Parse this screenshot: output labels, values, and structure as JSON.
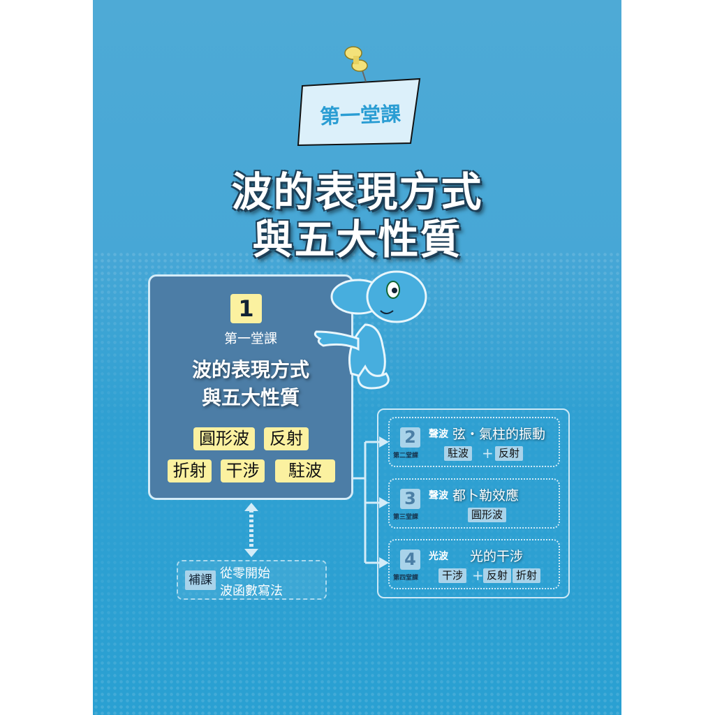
{
  "header": {
    "lesson_label": "第一堂課",
    "title_line1": "波的表現方式",
    "title_line2": "與五大性質"
  },
  "lesson1": {
    "number": "1",
    "label": "第一堂課",
    "title_line1": "波的表現方式",
    "title_line2": "與五大性質",
    "tags": [
      "圓形波",
      "反射",
      "折射",
      "干涉",
      "駐波"
    ]
  },
  "supplement": {
    "badge": "補課",
    "line1": "從零開始",
    "line2": "波函數寫法"
  },
  "lessons": [
    {
      "number": "2",
      "label": "第二堂課",
      "kind": "聲波",
      "title": "弦・氣柱的振動",
      "tags": [
        "駐波",
        "反射"
      ]
    },
    {
      "number": "3",
      "label": "第三堂課",
      "kind": "聲波",
      "title": "都卜勒效應",
      "tags": [
        "圓形波"
      ]
    },
    {
      "number": "4",
      "label": "第四堂課",
      "kind": "光波",
      "title": "光的干涉",
      "tags": [
        "干涉",
        "反射",
        "折射"
      ]
    }
  ],
  "plus": "+",
  "colors": {
    "background": "#4aa8d5",
    "panel": "#4c7da6",
    "tag_yellow": "#fbf1a0",
    "tag_blue": "#a9d3ea"
  }
}
